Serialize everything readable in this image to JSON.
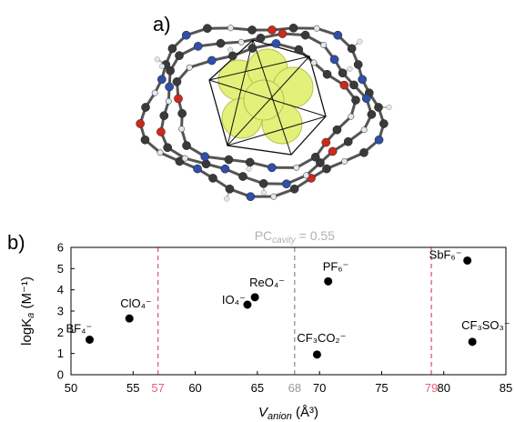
{
  "panel_labels": {
    "a": "a)",
    "b": "b)"
  },
  "colors": {
    "axis": "#000000",
    "point": "#000000",
    "limit_line": "#e8607a",
    "center_line": "#9a9a9a",
    "pc_label": "#b0b0b0",
    "carbon": "#3a3a3a",
    "nitrogen": "#2f4fa8",
    "oxygen": "#cc2a1c",
    "hydrogen": "#e4e8ee",
    "anion_fluorine": "#e3f07a",
    "anion_core": "#9b6bd6"
  },
  "chart_data": {
    "type": "scatter",
    "xlabel_main": "V",
    "xlabel_sub": "anion",
    "xlabel_unit": " (Å³)",
    "ylabel_main": "logK",
    "ylabel_sub": "a",
    "ylabel_unit": " (M⁻¹)",
    "xlim": [
      50,
      85
    ],
    "ylim": [
      0,
      6
    ],
    "xticks": [
      50,
      55,
      60,
      65,
      70,
      75,
      80,
      85
    ],
    "yticks": [
      0,
      1,
      2,
      3,
      4,
      5,
      6
    ],
    "points": [
      {
        "label": "BF₄⁻",
        "x": 51.5,
        "y": 1.65,
        "label_dx": -26,
        "label_dy": -8
      },
      {
        "label": "ClO₄⁻",
        "x": 54.7,
        "y": 2.65,
        "label_dx": -10,
        "label_dy": -12
      },
      {
        "label": "IO₄⁻",
        "x": 64.2,
        "y": 3.3,
        "label_dx": -28,
        "label_dy": -1
      },
      {
        "label": "ReO₄⁻",
        "x": 64.8,
        "y": 3.65,
        "label_dx": -6,
        "label_dy": -12
      },
      {
        "label": "CF₃CO₂⁻",
        "x": 69.8,
        "y": 0.95,
        "label_dx": -22,
        "label_dy": -14
      },
      {
        "label": "PF₆⁻",
        "x": 70.7,
        "y": 4.4,
        "label_dx": -6,
        "label_dy": -12
      },
      {
        "label": "SbF₆⁻",
        "x": 81.9,
        "y": 5.38,
        "label_dx": -42,
        "label_dy": -2
      },
      {
        "label": "CF₃SO₃⁻",
        "x": 82.3,
        "y": 1.55,
        "label_dx": -12,
        "label_dy": -14
      }
    ],
    "vlines": [
      {
        "x": 57,
        "label": "57",
        "style": "limit"
      },
      {
        "x": 68,
        "label": "68",
        "style": "center"
      },
      {
        "x": 79,
        "label": "79",
        "style": "limit"
      }
    ],
    "annotation": {
      "main": "PC",
      "sub": "cavity",
      "rest": " = 0.55"
    }
  }
}
